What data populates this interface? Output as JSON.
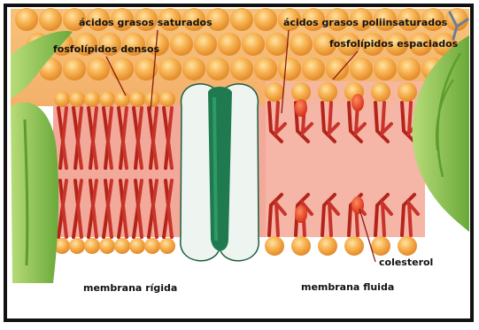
{
  "labels": {
    "saturated_fatty_acids": "ácidos grasos saturados",
    "dense_phospholipids": "fosfolípidos densos",
    "polyunsaturated_fatty_acids": "ácidos grasos poliinsaturados",
    "spaced_phospholipids": "fosfolípidos espaciados",
    "cholesterol": "colesterol",
    "rigid_membrane": "membrana rígida",
    "fluid_membrane": "membrana fluida"
  },
  "colors": {
    "frame": "#111111",
    "head_orange": "#f4a341",
    "head_highlight": "#fde19a",
    "membrane_bg": "#f7b7ac",
    "tail_red": "#b3241a",
    "tail_red_light": "#d8493a",
    "cholesterol_red": "#e8401f",
    "protein_green": "#1f7a4f",
    "protein_white": "#eef5f1",
    "leaf_green": "#9ccc59",
    "leaf_dark": "#5e9c2c"
  },
  "icons": [
    "transmembrane-protein",
    "carbohydrate-branch",
    "cholesterol-molecule"
  ]
}
